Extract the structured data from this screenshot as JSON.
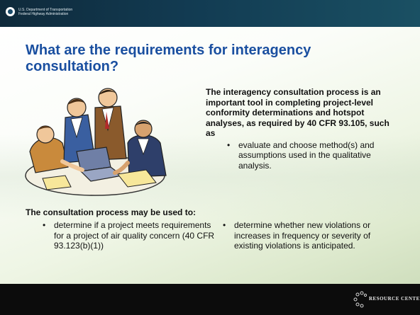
{
  "header": {
    "agency_line1": "U.S. Department of Transportation",
    "agency_line2": "Federal Highway Administration"
  },
  "title": "What are the requirements for interagency consultation?",
  "intro": {
    "text": "The interagency consultation process is an important tool in completing project-level conformity determinations and hotspot analyses, as required by 40 CFR 93.105, such as",
    "bullets": [
      "evaluate and choose method(s) and assumptions used in the qualitative analysis."
    ]
  },
  "lower": {
    "lead": "The consultation process may be used to:",
    "left_bullet": "determine if a project meets requirements for a project of air quality concern (40 CFR 93.123(b)(1))",
    "right_bullet": "determine whether new violations or increases in frequency or severity of existing violations is anticipated."
  },
  "footer": {
    "logo_text": "RESOURCE CENTER"
  },
  "colors": {
    "title": "#1a4fa0",
    "header": "#123b52",
    "footer": "#0c0c0c",
    "body_tint": "#dde9cd"
  },
  "icons": {
    "header_logo": "dot-logo-icon",
    "clipart": "meeting-people-laptop-illustration",
    "footer_logo": "resource-center-logo"
  }
}
